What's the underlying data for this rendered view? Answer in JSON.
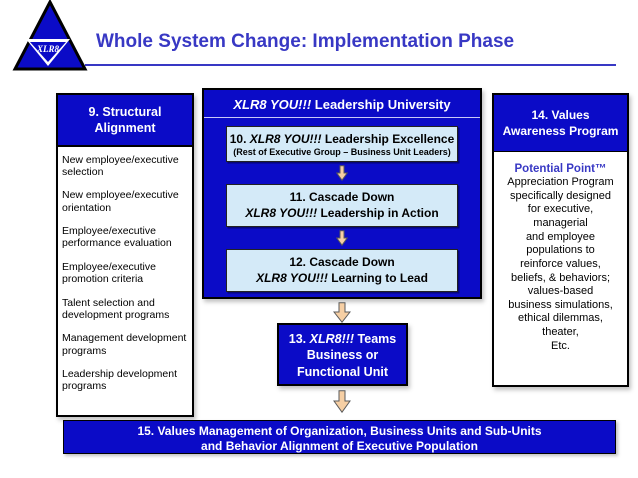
{
  "colors": {
    "primary_blue": "#0b0bc7",
    "title_blue": "#3838c4",
    "light_blue": "#d4eaf8",
    "arrow_fill": "#f6cfa4",
    "arrow_border": "#5a5a5a"
  },
  "logo": {
    "text": "XLR8"
  },
  "header": {
    "title": "Whole System Change: Implementation Phase"
  },
  "structural": {
    "title_line1": "9. Structural",
    "title_line2": "Alignment",
    "items": [
      "New employee/executive selection",
      "New employee/executive orientation",
      "Employee/executive performance evaluation",
      "Employee/executive promotion criteria",
      "Talent selection and development programs",
      "Management development programs",
      "Leadership development programs"
    ]
  },
  "university": {
    "title_italic": "XLR8 YOU!!!",
    "title_rest": " Leadership University",
    "box10": {
      "prefix": "10. ",
      "italic": "XLR8 YOU!!!",
      "rest": " Leadership Excellence",
      "subtitle": "(Rest of Executive Group – Business Unit Leaders)"
    },
    "box11": {
      "line1": "11. Cascade Down",
      "italic": "XLR8 YOU!!!",
      "rest": " Leadership in Action"
    },
    "box12": {
      "line1": "12. Cascade Down",
      "italic": "XLR8 YOU!!!",
      "rest": " Learning to Lead"
    }
  },
  "box13": {
    "prefix": "13. ",
    "italic": "XLR8!!!",
    "rest": " Teams",
    "line2": "Business or",
    "line3": "Functional Unit"
  },
  "values_program": {
    "title_line1": "14. Values",
    "title_line2": "Awareness Program",
    "brand": "Potential Point™",
    "body": "Appreciation Program\nspecifically designed\nfor executive,\nmanagerial\nand employee\npopulations to\nreinforce values,\nbeliefs, & behaviors;\nvalues-based\nbusiness simulations,\nethical dilemmas,\ntheater,\nEtc."
  },
  "box15": {
    "line1": "15. Values Management of Organization, Business Units and Sub-Units",
    "line2": "and Behavior Alignment of Executive Population"
  }
}
